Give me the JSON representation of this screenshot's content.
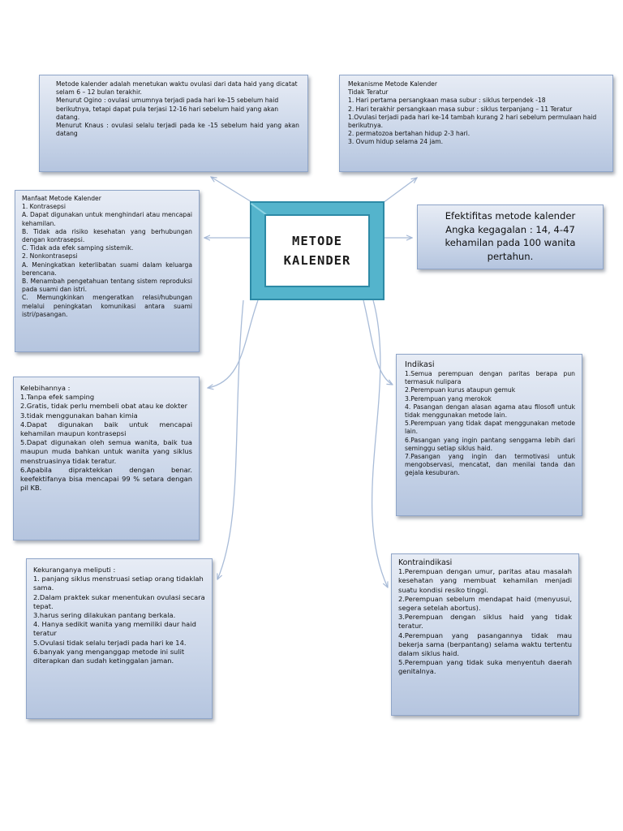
{
  "center": {
    "line1": "METODE",
    "line2": "KALENDER"
  },
  "definition": {
    "lines": [
      "Metode kalender adalah menetukan waktu ovulasi dari data haid yang dicatat selam 6 – 12 bulan terakhir.",
      "Menurut Ogino : ovulasi umumnya terjadi pada hari ke-15 sebelum haid berikutnya, tetapi dapat pula terjasi 12-16 hari sebelum haid yang akan datang.",
      "Menurut Knaus : ovulasi selalu terjadi pada ke -15 sebelum haid yang akan datang"
    ]
  },
  "mechanism": {
    "title": "Mekanisme Metode Kalender",
    "subtitle": "Tidak Teratur",
    "lines": [
      "1. Hari pertama persangkaan masa subur : siklus terpendek -18",
      "2. Hari terakhir persangkaan masa subur : siklus terpanjang – 11 Teratur",
      "1.Ovulasi terjadi pada hari ke-14 tambah kurang 2 hari sebelum permulaan haid berikutnya.",
      "2. permatozoa bertahan hidup 2-3 hari.",
      "3. Ovum hidup selama 24 jam."
    ]
  },
  "benefits": {
    "title": "Manfaat Metode Kalender",
    "lines": [
      "1. Kontrasepsi",
      "A. Dapat digunakan untuk menghindari atau mencapai kehamilan.",
      "B. Tidak ada risiko kesehatan yang berhubungan dengan kontrasepsi.",
      "C. Tidak ada efek samping sistemik.",
      "2. Nonkontrasepsi",
      "A. Meningkatkan keterlibatan suami dalam keluarga berencana.",
      "B. Menambah pengetahuan tentang sistem reproduksi pada suami dan istri.",
      "C. Memungkinkan mengeratkan relasi/hubungan melalui peningkatan komunikasi antara suami istri/pasangan."
    ]
  },
  "effectiveness": {
    "lines": [
      "Efektifitas metode kalender",
      "Angka kegagalan : 14, 4-47 kehamilan pada 100 wanita pertahun."
    ]
  },
  "advantages": {
    "title": "Kelebihannya :",
    "lines": [
      "1.Tanpa efek samping",
      "2.Gratis, tidak perlu membeli obat atau ke dokter",
      "3.tidak menggunakan bahan kimia",
      "4.Dapat digunakan baik untuk mencapai kehamilan maupun kontrasepsi",
      "5.Dapat digunakan oleh semua wanita, baik tua maupun muda bahkan untuk wanita yang siklus menstruasinya tidak teratur.",
      "6.Apabila dipraktekkan dengan benar. keefektifanya bisa mencapai 99 % setara dengan pil KB."
    ]
  },
  "indications": {
    "title": "Indikasi",
    "lines": [
      "1.Semua perempuan dengan paritas berapa pun termasuk nulipara",
      "2.Perempuan kurus ataupun gemuk",
      "3.Perempuan yang merokok",
      "4. Pasangan dengan alasan agama atau filosofi untuk tidak menggunakan metode lain.",
      "5.Perempuan yang tidak dapat menggunakan metode lain.",
      "6.Pasangan yang ingin pantang senggama lebih dari seminggu setiap siklus haid.",
      "7.Pasangan yang ingin dan termotivasi untuk mengobservasi, mencatat, dan menilai tanda dan gejala kesuburan."
    ]
  },
  "disadvantages": {
    "title": "Kekuranganya meliputi :",
    "lines": [
      "1. panjang siklus menstruasi setiap orang tidaklah sama.",
      "2.Dalam praktek sukar menentukan ovulasi secara tepat.",
      "3.harus sering dilakukan pantang berkala.",
      "4. Hanya sedikit wanita yang memiliki daur haid teratur",
      "5.Ovulasi tidak selalu terjadi pada hari ke 14.",
      "6.banyak yang menganggap metode ini sulit diterapkan dan sudah ketinggalan jaman."
    ]
  },
  "contraindications": {
    "title": "Kontraindikasi",
    "lines": [
      "1.Perempuan dengan umur, paritas atau masalah kesehatan yang membuat kehamilan menjadi suatu kondisi resiko tinggi.",
      "2.Perempuan sebelum mendapat haid (menyusui, segera setelah abortus).",
      "3.Perempuan dengan siklus haid yang tidak teratur.",
      "4.Perempuan yang pasangannya tidak mau bekerja sama (berpantang) selama waktu tertentu dalam siklus haid.",
      "5.Perempuan yang tidak suka menyentuh daerah genitalnya."
    ]
  }
}
